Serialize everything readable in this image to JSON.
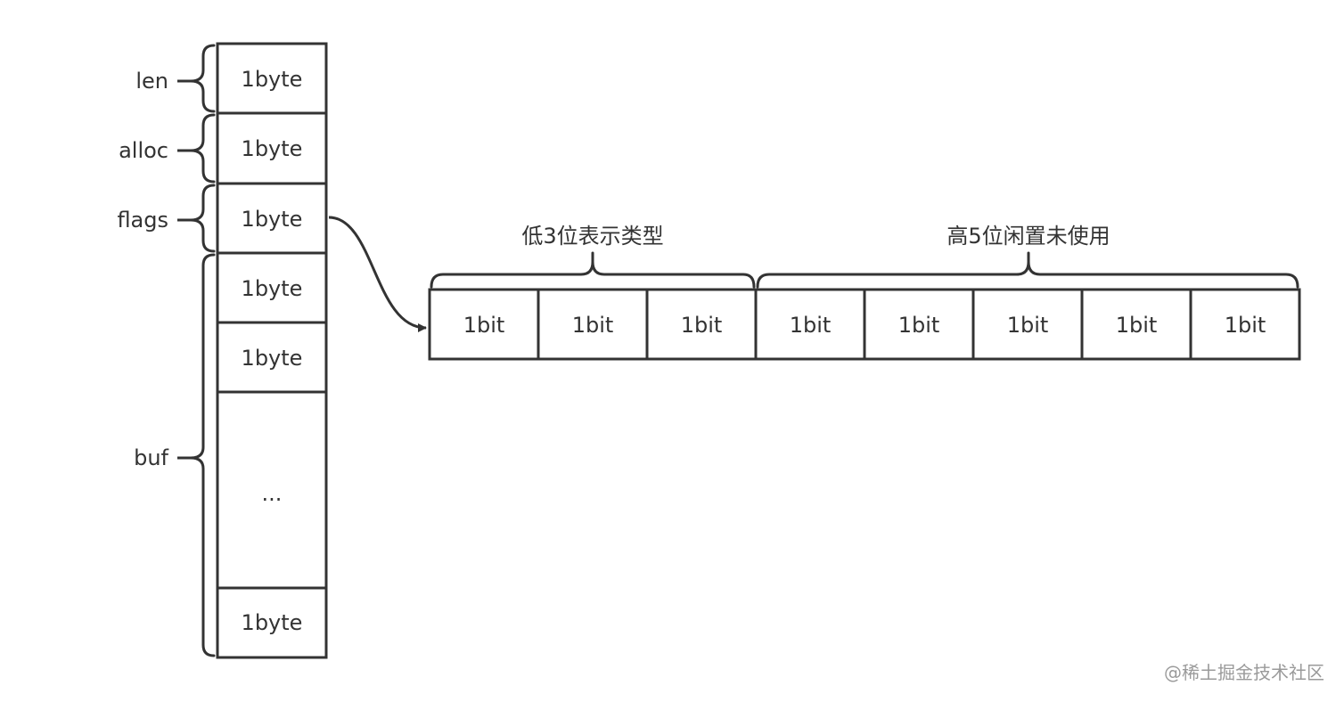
{
  "colors": {
    "stroke": "#333333",
    "text": "#333333",
    "watermark": "#9a9a9a",
    "background": "#ffffff"
  },
  "struct_fields": [
    {
      "label": "len"
    },
    {
      "label": "alloc"
    },
    {
      "label": "flags"
    },
    {
      "label": "buf"
    }
  ],
  "struct_cells": [
    {
      "text": "1byte"
    },
    {
      "text": "1byte"
    },
    {
      "text": "1byte"
    },
    {
      "text": "1byte"
    },
    {
      "text": "1byte"
    },
    {
      "text": "..."
    },
    {
      "text": "1byte"
    }
  ],
  "bit_cells": [
    {
      "text": "1bit"
    },
    {
      "text": "1bit"
    },
    {
      "text": "1bit"
    },
    {
      "text": "1bit"
    },
    {
      "text": "1bit"
    },
    {
      "text": "1bit"
    },
    {
      "text": "1bit"
    },
    {
      "text": "1bit"
    }
  ],
  "bit_groups": [
    {
      "label": "低3位表示类型"
    },
    {
      "label": "高5位闲置未使用"
    }
  ],
  "watermark": "@稀土掘金技术社区"
}
